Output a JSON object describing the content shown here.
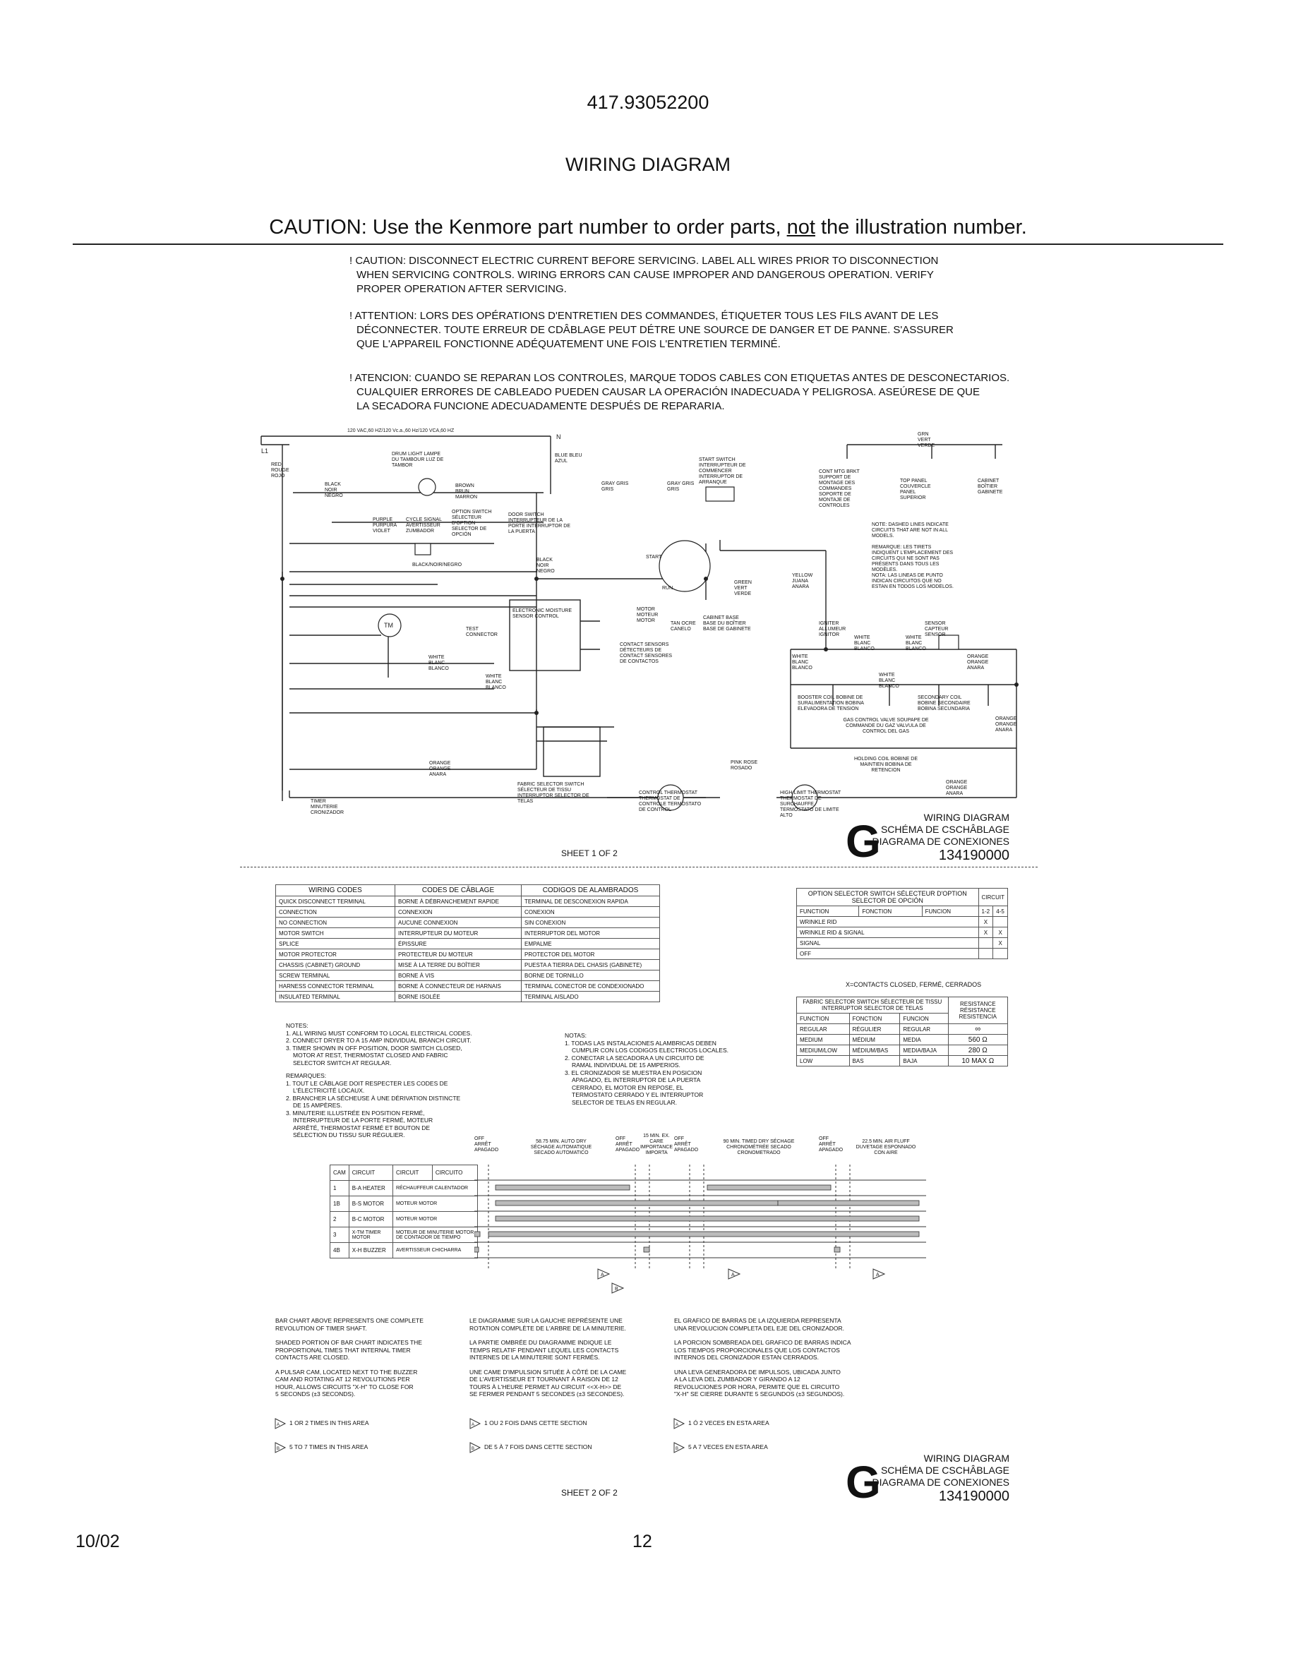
{
  "header": {
    "model_number": "417.93052200",
    "title": "WIRING DIAGRAM",
    "caution_before": "CAUTION: Use the Kenmore part number to order parts, ",
    "caution_emph": "not",
    "caution_after": " the illustration number."
  },
  "warnings": {
    "en": [
      "! CAUTION: DISCONNECT ELECTRIC CURRENT BEFORE SERVICING. LABEL ALL WIRES PRIOR TO DISCONNECTION",
      "WHEN SERVICING CONTROLS. WIRING ERRORS CAN CAUSE IMPROPER AND DANGEROUS OPERATION. VERIFY",
      "PROPER OPERATION AFTER SERVICING."
    ],
    "fr": [
      "! ATTENTION: LORS DES OPÉRATIONS D'ENTRETIEN DES COMMANDES, ÉTIQUETER TOUS LES FILS AVANT DE LES",
      "DÉCONNECTER. TOUTE ERREUR DE CDÂBLAGE PEUT DÉTRE UNE SOURCE DE DANGER ET DE PANNE. S'ASSURER",
      "QUE L'APPAREIL FONCTIONNE ADÉQUATEMENT UNE FOIS L'ENTRETIEN TERMINÉ."
    ],
    "es": [
      "! ATENCION: CUANDO SE REPARAN LOS CONTROLES, MARQUE TODOS CABLES CON ETIQUETAS ANTES DE DESCONECTARIOS.",
      "CUALQUIER ERRORES DE CABLEADO PUEDEN CAUSAR LA OPERACIÓN INADECUADA Y PELIGROSA. ASEÚRESE DE QUE",
      "LA SECADORA FUNCIONE ADECUADAMENTE DESPUÉS DE REPARARIA."
    ]
  },
  "sheet1": {
    "voltage": "120 VAC,60 HZ/120 Vc.a.,60 Hz/120 VCA,60 HZ",
    "l1": "L1",
    "n": "N",
    "tm": "TM",
    "labels": {
      "red": "RED ROUGE ROJO",
      "drum_light": "DRUM LIGHT LAMPE DU TAMBOUR LUZ DE TAMBOR",
      "blue": "BLUE BLEU AZUL",
      "start_switch": "START SWITCH INTERRUPTEUR DE COMMENCER INTERRUPTOR DE ARRANQUE",
      "black": "BLACK NOIR NEGRO",
      "brown": "BROWN BRUN MARRON",
      "gray": "GRAY GRIS GRIS",
      "purple": "PURPLE PURPURA VIOLET",
      "cycle_signal": "CYCLE SIGNAL AVERTISSEUR ZUMBADOR",
      "option_switch": "OPTION SWITCH SÉLECTEUR D'OPTION SELECTOR DE OPCIÓN",
      "door_switch": "DOOR SWITCH INTERRUPTEUR DE LA PORTE INTERRUPTOR DE LA PUERTA",
      "black_noir": "BLACK/NOIR/NEGRO",
      "start": "START",
      "run": "RUN",
      "yellow": "YELLOW JUANA ANARA",
      "green": "GREEN VERT VERDE",
      "moisture": "ELECTRONIC MOISTURE SENSOR CONTROL",
      "motor": "MOTOR MOTEUR MOTOR",
      "tan": "TAN OCRE CANELO",
      "cabinet_base": "CABINET BASE BASE DU BOÎTIER BASE DE GABINETE",
      "contact_sensors": "CONTACT SENSORS DÉTECTEURS DE CONTACT SENSORES DE CONTACTOS",
      "test_connector": "TEST CONNECTOR",
      "white": "WHITE BLANC BLANCO",
      "orange": "ORANGE ORANGE ANARA",
      "fabric_selector": "FABRIC SELECTOR SWITCH SÉLECTEUR DE TISSU INTERRUPTOR SELECTOR DE TELAS",
      "control_thermostat": "CONTROL THERMOSTAT THERMOSTAT DE CONTRÔLE TERMOSTATO DE CONTROL",
      "high_limit": "HIGH LIMIT THERMOSTAT THERMOSTAT DE SURCHAUFFE TERMOSTATO DE LIMITE ALTO",
      "pink": "PINK ROSE ROSADO",
      "timer": "TIMER MINUTERIE CRONIZADOR",
      "igniter": "IGNITER ALLUMEUR IGNITOR",
      "sensor": "SENSOR CAPTEUR SENSOR",
      "booster_coil": "BOOSTER COIL BOBINE DE SURALIMENTATION BOBINA ELEVADORA DE TENSION",
      "secondary_coil": "SECONDARY COIL BOBINE SECONDAIRE BOBINA SECUNDARIA",
      "gas_valve": "GAS CONTROL VALVE SOUPAPE DE COMMANDE DU GAZ VALVULA DE CONTROL DEL GAS",
      "holding_coil": "HOLDING COIL BOBINE DE MAINTIEN BOBINA DE RETENCION",
      "grn": "GRN VERT VERDE",
      "cont_mtg": "CONT MTG BRKT SUPPORT DE MONTAGE DES COMMANDES SOPORTE DE MONTAJE DE CONTROLES",
      "top_panel": "TOP PANEL COUVERCLE PANEL SUPERIOR",
      "cabinet": "CABINET BOÎTIER GABINETE",
      "note": "NOTE: DASHED LINES INDICATE CIRCUITS THAT ARE NOT IN ALL MODELS.",
      "remarque": "REMARQUE: LES TIRETS INDIQUENT L'EMPLACEMENT DES CIRCUITS QUI NE SONT PAS PRÉSENTS DANS TOUS LES MODÈLES.",
      "nota": "NOTA: LAS LINEAS DE PUNTO INDICAN CIRCUITOS QUE NO ESTAN EN TODOS LOS MODELOS."
    },
    "sheet_label": "SHEET 1 OF 2",
    "corner": {
      "line1": "WIRING DIAGRAM",
      "line2": "SCHÉMA DE CSCHÂBLAGE",
      "line3": "DIAGRAMA DE CONEXIONES",
      "letter": "G",
      "number": "134190000"
    }
  },
  "wiring_codes": {
    "headers": [
      "WIRING CODES",
      "CODES DE CÂBLAGE",
      "CODIGOS DE ALAMBRADOS"
    ],
    "rows": [
      [
        "QUICK DISCONNECT TERMINAL",
        "BORNE À DÉBRANCHEMENT RAPIDE",
        "TERMINAL DE DESCONEXION RAPIDA"
      ],
      [
        "CONNECTION",
        "CONNEXION",
        "CONEXION"
      ],
      [
        "NO CONNECTION",
        "AUCUNE CONNEXION",
        "SIN CONEXION"
      ],
      [
        "MOTOR SWITCH",
        "INTERRUPTEUR DU MOTEUR",
        "INTERRUPTOR DEL MOTOR"
      ],
      [
        "SPLICE",
        "ÉPISSURE",
        "EMPALME"
      ],
      [
        "MOTOR PROTECTOR",
        "PROTECTEUR DU MOTEUR",
        "PROTECTOR DEL MOTOR"
      ],
      [
        "CHASSIS (CABINET) GROUND",
        "MISE À LA TERRE DU BOÎTIER",
        "PUESTA A TIERRA DEL CHASIS (GABINETE)"
      ],
      [
        "SCREW TERMINAL",
        "BORNE À VIS",
        "BORNE DE TORNILLO"
      ],
      [
        "HARNESS CONNECTOR TERMINAL",
        "BORNE À CONNECTEUR DE HARNAIS",
        "TERMINAL CONECTOR DE CONDEXIONADO"
      ],
      [
        "INSULATED TERMINAL",
        "BORNE ISOLÉE",
        "TERMINAL AISLADO"
      ]
    ]
  },
  "option_selector": {
    "title": "OPTION SELECTOR SWITCH SÉLECTEUR D'OPTION SELECTOR DE OPCIÓN",
    "circuit": "CIRCUIT",
    "function_cols": [
      "FUNCTION",
      "FONCTION",
      "FUNCION"
    ],
    "circuit_cols": [
      "1-2",
      "4-5"
    ],
    "rows": [
      [
        "WRINKLE RID",
        "X",
        ""
      ],
      [
        "WRINKLE RID & SIGNAL",
        "X",
        "X"
      ],
      [
        "SIGNAL",
        "",
        "X"
      ],
      [
        "OFF",
        "",
        ""
      ]
    ],
    "footnote": "X=CONTACTS CLOSED, FERMÉ, CERRADOS"
  },
  "fabric_selector": {
    "title": "FABRIC SELECTOR SWITCH SÉLECTEUR DE TISSU INTERRUPTOR SELECTOR DE TELAS",
    "resistance": "RESISTANCE RÉSISTANCE RESISTENCIA",
    "function_cols": [
      "FUNCTION",
      "FONCTION",
      "FUNCION"
    ],
    "rows": [
      [
        "REGULAR",
        "RÉGULIER",
        "REGULAR",
        "∞"
      ],
      [
        "MEDIUM",
        "MÉDIUM",
        "MEDIA",
        "560 Ω"
      ],
      [
        "MEDIUM/LOW",
        "MÉDIUM/BAS",
        "MEDIA/BAJA",
        "280 Ω"
      ],
      [
        "LOW",
        "BAS",
        "BAJA",
        "10 MAX Ω"
      ]
    ]
  },
  "notes": {
    "en_fr": [
      "NOTES:",
      "1. ALL WIRING MUST CONFORM TO LOCAL ELECTRICAL CODES.",
      "2. CONNECT DRYER TO A 15 AMP INDIVIDUAL BRANCH CIRCUIT.",
      "3. TIMER SHOWN IN OFF POSITION, DOOR SWITCH CLOSED,",
      "   MOTOR AT REST, THERMOSTAT CLOSED AND FABRIC",
      "   SELECTOR SWITCH AT REGULAR.",
      "",
      "REMARQUES:",
      "1. TOUT LE CÂBLAGE DOIT RESPECTER LES CODES DE",
      "   L'ÉLECTRICITÉ LOCAUX.",
      "2. BRANCHER LA SÉCHEUSE À UNE DÉRIVATION DISTINCTE",
      "   DE 15 AMPÈRES.",
      "3. MINUTERIE ILLUSTRÉE EN POSITION FERMÉ,",
      "   INTERRUPTEUR DE LA PORTE FERMÉ, MOTEUR",
      "   ARRÊTÉ, THERMOSTAT FERMÉ ET BOUTON DE",
      "   SÉLECTION DU TISSU SUR RÉGULIER."
    ],
    "es": [
      "NOTAS:",
      "1. TODAS LAS INSTALACIONES ALAMBRICAS DEBEN",
      "   CUMPLIR CON LOS CODIGOS ELECTRICOS LOCALES.",
      "2. CONECTAR LA SECADORA A UN CIRCUITO DE",
      "   RAMAL INDIVIDUAL DE 15 AMPERIOS.",
      "3. EL CRONIZADOR SE MUESTRA EN POSICION",
      "   APAGADO, EL INTERRUPTOR DE LA PUERTA",
      "   CERRADO, EL MOTOR EN REPOSE, EL",
      "   TERMOSTATO CERRADO Y EL INTERRUPTOR",
      "   SELECTOR DE TELAS EN REGULAR."
    ]
  },
  "timer_chart": {
    "col_headers": [
      "CAM",
      "CIRCUIT",
      "CIRCUIT",
      "CIRCUITO"
    ],
    "sections": [
      "58.75 MIN. AUTO DRY SÉCHAGE AUTOMATIQUE SECADO AUTOMATICO",
      "15 MIN. EX. CARE IMPORTANCE IMPORTA",
      "90 MIN. TIMED DRY SÉCHAGE CHRONOMÉTRÉE SECADO CRONOMETRADO",
      "22.5 MIN. AIR FLUFF DUVETAGE ESPONNADO CON AIRE"
    ],
    "off": "OFF ARRÊT APAGADO",
    "rows": [
      [
        "1",
        "B-A HEATER",
        "RÉCHAUFFEUR CALENTADOR"
      ],
      [
        "1B",
        "B-S MOTOR",
        "MOTEUR MOTOR"
      ],
      [
        "2",
        "B-C MOTOR",
        "MOTEUR MOTOR"
      ],
      [
        "3",
        "X-TM TIMER MOTOR",
        "MOTEUR DE MINUTERIE MOTOR DE CONTADOR DE TIEMPO"
      ],
      [
        "4B",
        "X-H BUZZER",
        "AVERTISSEUR CHICHARRA"
      ]
    ],
    "pulse_a": "A",
    "pulse_b": "B"
  },
  "bar_notes": {
    "en": [
      "BAR CHART ABOVE REPRESENTS ONE COMPLETE",
      "REVOLUTION OF TIMER SHAFT.",
      "",
      "SHADED PORTION OF BAR CHART INDICATES THE",
      "PROPORTIONAL TIMES THAT INTERNAL TIMER",
      "CONTACTS ARE CLOSED.",
      "",
      "A PULSAR CAM, LOCATED NEXT TO THE BUZZER",
      "CAM AND ROTATING AT 12 REVOLUTIONS PER",
      "HOUR, ALLOWS CIRCUITS \"X-H\" TO CLOSE FOR",
      "5 SECONDS (±3 SECONDS)."
    ],
    "fr": [
      "LE DIAGRAMME SUR LA GAUCHE REPRÉSENTE UNE",
      "ROTATION COMPLÈTE DE L'ARBRE DE LA MINUTERIE.",
      "",
      "LA PARTIE OMBRÉE DU DIAGRAMME INDIQUE LE",
      "TEMPS RELATIF PENDANT LEQUEL LES CONTACTS",
      "INTERNES DE LA MINUTERIE SONT FERMÉS.",
      "",
      "UNE CAME D'IMPULSION SITUÉE À CÔTÉ DE LA CAME",
      "DE L'AVERTISSEUR ET TOURNANT À RAISON DE 12",
      "TOURS À L'HEURE PERMET AU CIRCUIT <<X-H>> DE",
      "SE FERMER PENDANT 5 SECONDES (±3 SECONDES)."
    ],
    "es": [
      "EL GRAFICO DE BARRAS DE LA IZQUIERDA REPRESENTA",
      "UNA REVOLUCION COMPLETA DEL EJE DEL CRONIZADOR.",
      "",
      "LA PORCION SOMBREADA DEL GRAFICO DE BARRAS INDICA",
      "LOS TIEMPOS PROPORCIONALES QUE LOS CONTACTOS",
      "INTERNOS DEL CRONIZADOR ESTAN CERRADOS.",
      "",
      "UNA LEVA GENERADORA DE IMPULSOS, UBICADA JUNTO",
      "A LA LEVA DEL ZUMBADOR Y GIRANDO A 12",
      "REVOLUCIONES POR HORA, PERMITE QUE EL CIRCUITO",
      "\"X-H\" SE CIERRE DURANTE 5 SEGUNDOS (±3 SEGUNDOS)."
    ],
    "a_en": "1 OR 2 TIMES IN THIS AREA",
    "b_en": "5 TO 7 TIMES IN THIS AREA",
    "a_fr": "1 OU 2 FOIS DANS CETTE SECTION",
    "b_fr": "DE 5 À 7 FOIS DANS CETTE SECTION",
    "a_es": "1 Ó 2 VECES EN ESTA AREA",
    "b_es": "5 A 7 VECES EN ESTA AREA"
  },
  "sheet2": {
    "sheet_label": "SHEET 2 OF 2",
    "corner": {
      "line1": "WIRING DIAGRAM",
      "line2": "SCHÉMA DE CSCHÂBLAGE",
      "line3": "DIAGRAMA DE CONEXIONES",
      "letter": "G",
      "number": "134190000"
    }
  },
  "footer": {
    "date": "10/02",
    "page": "12"
  }
}
